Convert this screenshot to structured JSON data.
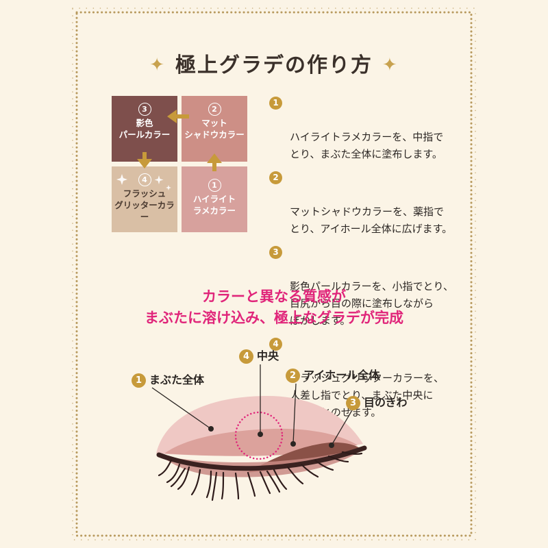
{
  "title": "極上グラデの作り方",
  "title_ornament": "✦",
  "colors": {
    "frame": "#b89a5e",
    "tile_shadow": "#7e4f4c",
    "tile_matte": "#cd8f86",
    "tile_flash": "#d9bfa5",
    "tile_highlight": "#d7a19d",
    "arrow": "#c79a3a",
    "accent": "#e0257a"
  },
  "palette": [
    {
      "num": "3",
      "label": "影色\nパールカラー"
    },
    {
      "num": "2",
      "label": "マット\nシャドウカラー"
    },
    {
      "num": "4",
      "label": "フラッシュ\nグリッターカラー"
    },
    {
      "num": "1",
      "label": "ハイライト\nラメカラー"
    }
  ],
  "steps": [
    {
      "num": "1",
      "text": "ハイライトラメカラーを、中指で\nとり、まぶた全体に塗布します。"
    },
    {
      "num": "2",
      "text": "マットシャドウカラーを、薬指で\nとり、アイホール全体に広げます。"
    },
    {
      "num": "3",
      "text": "影色パールカラーを、小指でとり、\n目尻から目の際に塗布しながら\nぼかします。"
    },
    {
      "num": "4",
      "text": "フラッシュグリッターカラーを、\n人差し指でとり、まぶた中央に\nふわっとのせます。"
    }
  ],
  "subtitle": "カラーと異なる質感が\nまぶたに溶け込み、極上なグラデが完成",
  "eye_labels": [
    {
      "num": "1",
      "text": "まぶた全体"
    },
    {
      "num": "4",
      "text": "中央"
    },
    {
      "num": "2",
      "text": "アイホール全体"
    },
    {
      "num": "3",
      "text": "目のきわ"
    }
  ]
}
